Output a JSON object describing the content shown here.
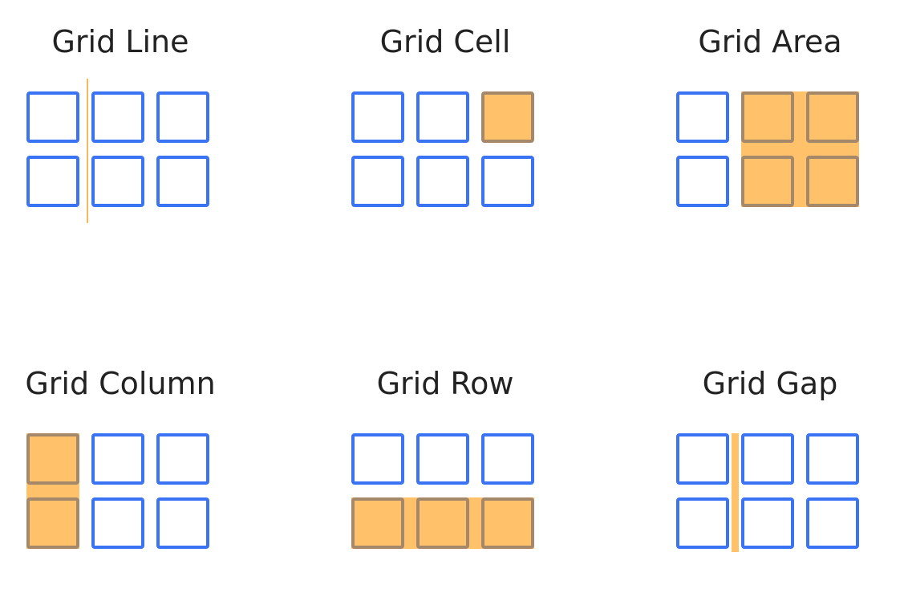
{
  "colors": {
    "cell_border": "#3b73f5",
    "highlight_fill": "#ffc26b",
    "highlight_border": "#a5876a",
    "title_text": "#222222"
  },
  "panels": [
    {
      "title": "Grid Line"
    },
    {
      "title": "Grid Cell"
    },
    {
      "title": "Grid Area"
    },
    {
      "title": "Grid Column"
    },
    {
      "title": "Grid Row"
    },
    {
      "title": "Grid Gap"
    }
  ]
}
